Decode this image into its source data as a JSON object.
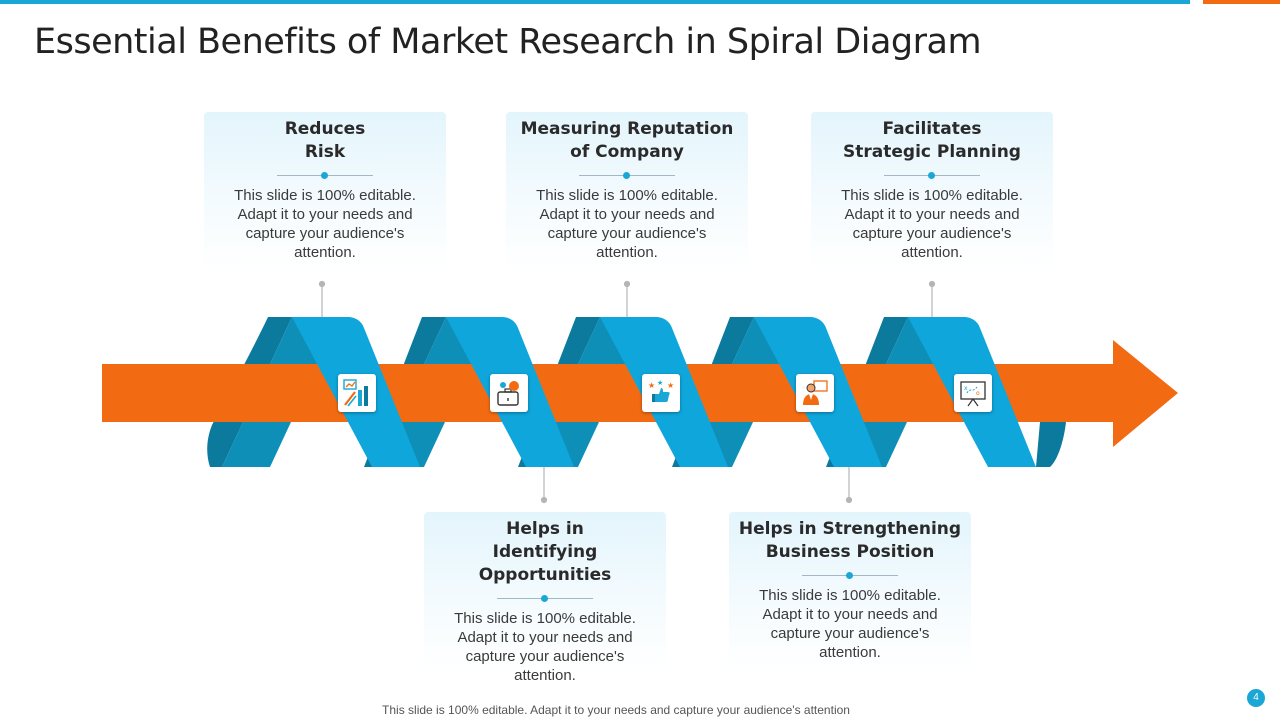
{
  "title": "Essential Benefits of Market Research in Spiral Diagram",
  "colors": {
    "accent_blue": "#1aa7d6",
    "ribbon_blue": "#0fa6dc",
    "ribbon_dark": "#0b7a9c",
    "arrow_orange": "#f26b12"
  },
  "benefits": [
    {
      "title": "Reduces\nRisk",
      "body": "This slide is 100% editable. Adapt it to your needs and capture your audience's attention.",
      "icon": "analytics-chart-icon",
      "position": "top"
    },
    {
      "title": "Helps in\nIdentifying Opportunities",
      "body": "This slide is 100% editable. Adapt it to your needs and capture your audience's attention.",
      "icon": "briefcase-idea-icon",
      "position": "bottom"
    },
    {
      "title": "Measuring Reputation\nof Company",
      "body": "This slide is 100% editable. Adapt it to your needs and capture your audience's attention.",
      "icon": "thumbs-up-stars-icon",
      "position": "top"
    },
    {
      "title": "Helps in Strengthening\nBusiness Position",
      "body": "This slide is 100% editable. Adapt it to your needs and capture your audience's attention.",
      "icon": "businessman-presentation-icon",
      "position": "bottom"
    },
    {
      "title": "Facilitates\nStrategic Planning",
      "body": "This slide is 100% editable. Adapt it to your needs and capture your audience's attention.",
      "icon": "strategy-board-icon",
      "position": "top"
    }
  ],
  "footer": "This slide is 100% editable. Adapt it to your needs and capture your audience's attention",
  "page_number": "4"
}
